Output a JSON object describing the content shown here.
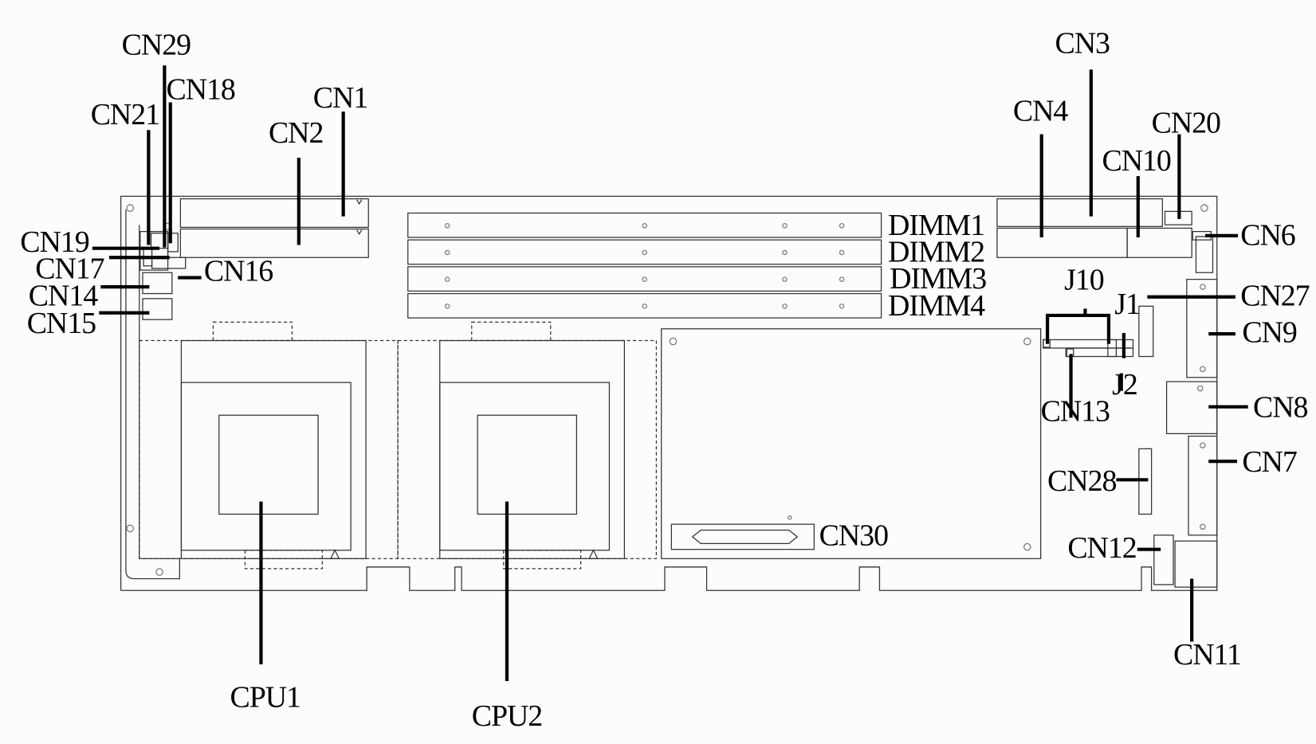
{
  "diagram": {
    "labels": {
      "cn29": "CN29",
      "cn18": "CN18",
      "cn21": "CN21",
      "cn1": "CN1",
      "cn2": "CN2",
      "cn3": "CN3",
      "cn4": "CN4",
      "cn20": "CN20",
      "cn10": "CN10",
      "cn6": "CN6",
      "cn19": "CN19",
      "cn17": "CN17",
      "cn16": "CN16",
      "cn14": "CN14",
      "cn15": "CN15",
      "dimm1": "DIMM1",
      "dimm2": "DIMM2",
      "dimm3": "DIMM3",
      "dimm4": "DIMM4",
      "j10": "J10",
      "j1": "J1",
      "j2": "J2",
      "cn13": "CN13",
      "cn27": "CN27",
      "cn9": "CN9",
      "cn8": "CN8",
      "cn7": "CN7",
      "cn28": "CN28",
      "cn30": "CN30",
      "cn12": "CN12",
      "cn11": "CN11",
      "cpu1": "CPU1",
      "cpu2": "CPU2"
    }
  }
}
